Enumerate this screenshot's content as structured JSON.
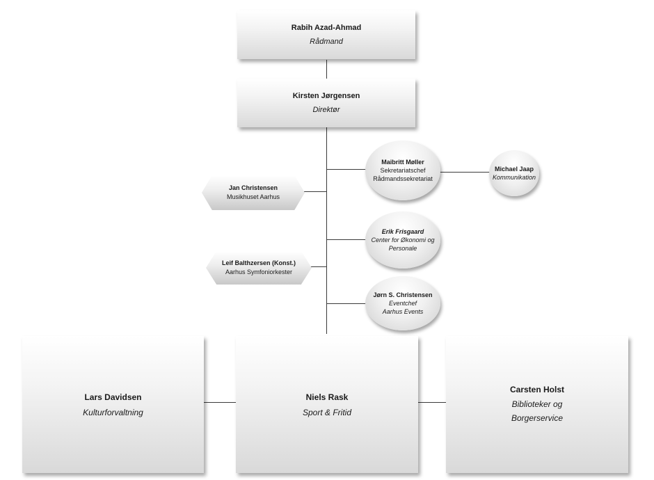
{
  "top": {
    "name": "Rabih Azad-Ahmad",
    "title": "Rådmand"
  },
  "director": {
    "name": "Kirsten Jørgensen",
    "title": "Direktør"
  },
  "staff_right": [
    {
      "name": "Maibritt Møller",
      "line1": "Sekretariatschef",
      "line2": "Rådmandssekretariat"
    },
    {
      "name": "Erik Frisgaard",
      "line1": "Center for Økonomi og",
      "line2": "Personale"
    },
    {
      "name": "Jørn S. Christensen",
      "line1": "Eventchef",
      "line2": "Aarhus Events"
    }
  ],
  "staff_far": {
    "name": "Michael Jaap",
    "title": "Kommunikation"
  },
  "staff_left": [
    {
      "name": "Jan Christensen",
      "title": "Musikhuset Aarhus"
    },
    {
      "name": "Leif Balthzersen (Konst.)",
      "title": "Aarhus Symfoniorkester"
    }
  ],
  "departments": [
    {
      "name": "Lars Davidsen",
      "title": "Kulturforvaltning"
    },
    {
      "name": "Niels Rask",
      "title": "Sport & Fritid"
    },
    {
      "name": "Carsten Holst",
      "title": "Biblioteker og Borgerservice",
      "title_l1": "Biblioteker og",
      "title_l2": "Borgerservice"
    }
  ]
}
